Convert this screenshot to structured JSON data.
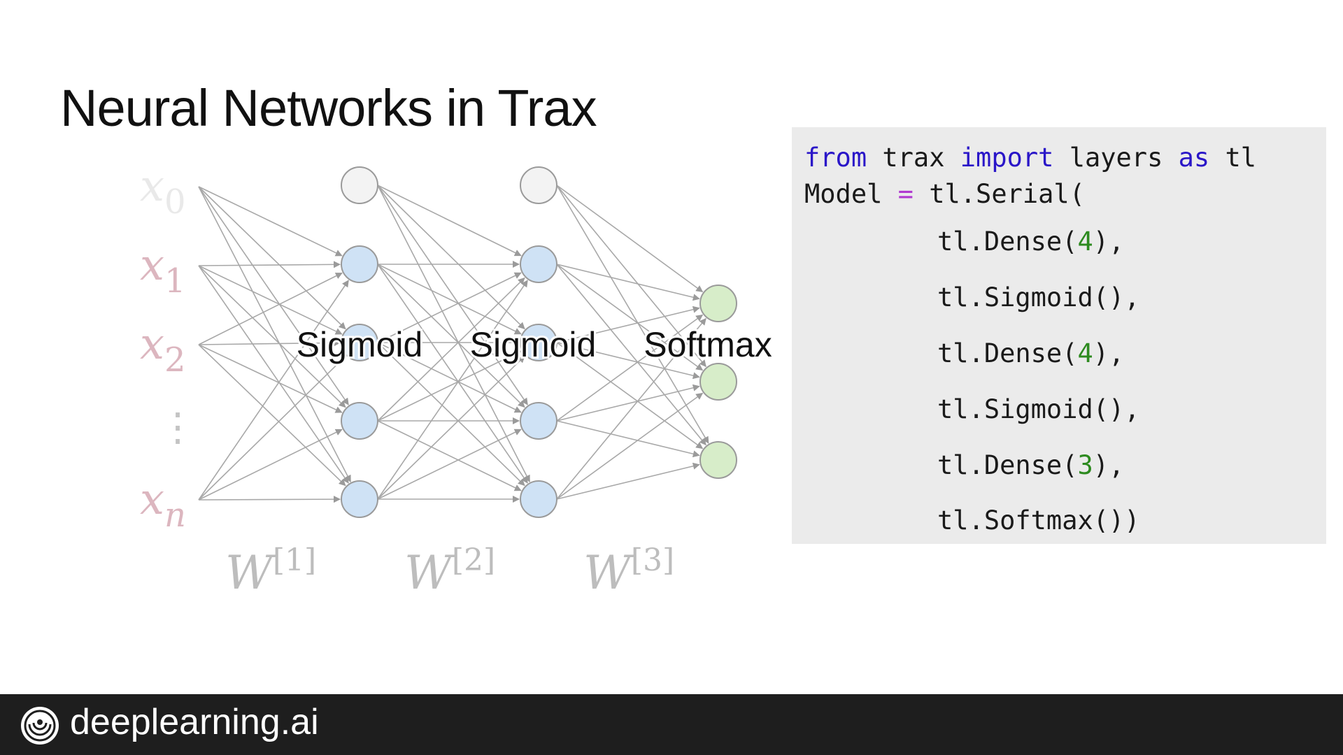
{
  "slide": {
    "title": "Neural Networks in Trax"
  },
  "diagram": {
    "inputs": [
      {
        "label": "x",
        "sub": "0",
        "faded": true
      },
      {
        "label": "x",
        "sub": "1",
        "faded": false
      },
      {
        "label": "x",
        "sub": "2",
        "faded": false
      },
      {
        "label": "⋮",
        "sub": "",
        "faded": false
      },
      {
        "label": "x",
        "sub": "n",
        "faded": false
      }
    ],
    "layers": [
      {
        "activation": "Sigmoid",
        "units": 4,
        "bias_node": true
      },
      {
        "activation": "Sigmoid",
        "units": 4,
        "bias_node": true
      },
      {
        "activation": "Softmax",
        "units": 3,
        "bias_node": false
      }
    ],
    "weights": [
      {
        "label": "W",
        "sup": "[1]"
      },
      {
        "label": "W",
        "sup": "[2]"
      },
      {
        "label": "W",
        "sup": "[3]"
      }
    ],
    "colors": {
      "hidden_node": "#cfe2f5",
      "output_node": "#d7edc9",
      "bias_node": "#f3f3f3",
      "node_stroke": "#9a9a9a",
      "edge": "#a8a8a8",
      "input_label": "#dcb6bf",
      "input_label_faded": "#e9e9e9",
      "weight_label": "#bdbdbd"
    }
  },
  "code": {
    "lines": [
      [
        {
          "t": "from",
          "c": "kw"
        },
        {
          "t": " trax ",
          "c": ""
        },
        {
          "t": "import",
          "c": "kw"
        },
        {
          "t": " layers ",
          "c": ""
        },
        {
          "t": "as",
          "c": "kw"
        },
        {
          "t": " tl",
          "c": ""
        }
      ],
      [
        {
          "t": "Model ",
          "c": ""
        },
        {
          "t": "=",
          "c": "op"
        },
        {
          "t": " tl.Serial(",
          "c": ""
        }
      ],
      [
        {
          "t": "tl.Dense(",
          "c": ""
        },
        {
          "t": "4",
          "c": "num"
        },
        {
          "t": "),",
          "c": ""
        }
      ],
      [
        {
          "t": "tl.Sigmoid(),",
          "c": ""
        }
      ],
      [
        {
          "t": "tl.Dense(",
          "c": ""
        },
        {
          "t": "4",
          "c": "num"
        },
        {
          "t": "),",
          "c": ""
        }
      ],
      [
        {
          "t": "tl.Sigmoid(),",
          "c": ""
        }
      ],
      [
        {
          "t": "tl.Dense(",
          "c": ""
        },
        {
          "t": "3",
          "c": "num"
        },
        {
          "t": "),",
          "c": ""
        }
      ],
      [
        {
          "t": "tl.Softmax())",
          "c": ""
        }
      ]
    ]
  },
  "footer": {
    "brand": "deeplearning.ai"
  }
}
